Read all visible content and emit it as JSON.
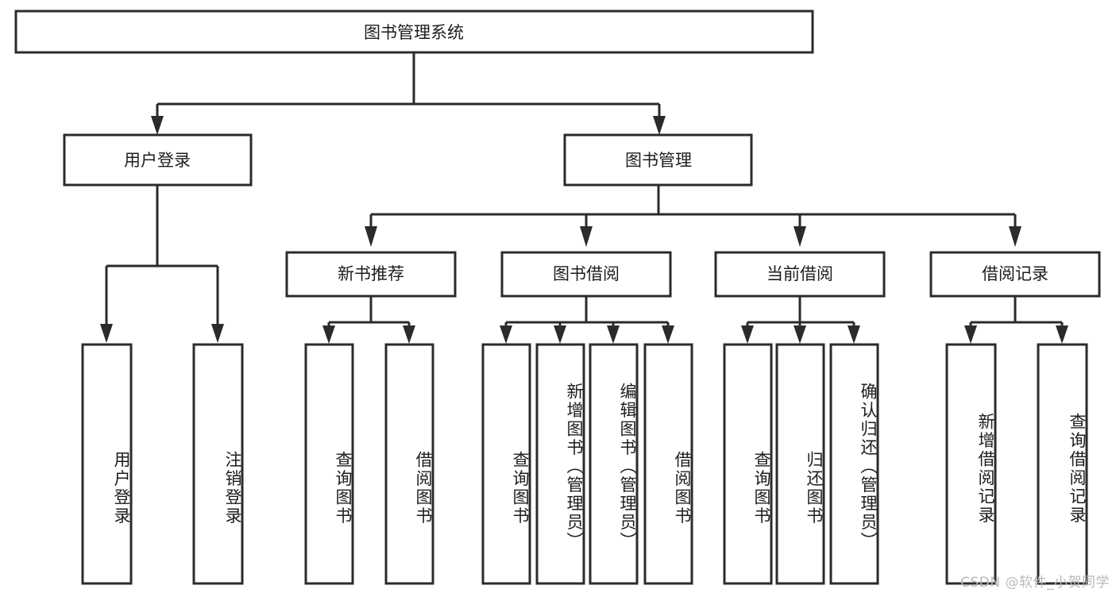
{
  "diagram": {
    "type": "tree-hierarchy",
    "title": "图书管理系统",
    "orientation": "top-down",
    "colors": {
      "box_stroke": "#2b2b2b",
      "box_fill": "#ffffff",
      "text": "#1d1d1d",
      "connector": "#2b2b2b",
      "background": "#ffffff",
      "watermark": "#b9b9b9"
    },
    "root": {
      "label": "图书管理系统"
    },
    "level2": [
      {
        "label": "用户登录"
      },
      {
        "label": "图书管理"
      }
    ],
    "level3": [
      {
        "label": "新书推荐"
      },
      {
        "label": "图书借阅"
      },
      {
        "label": "当前借阅"
      },
      {
        "label": "借阅记录"
      }
    ],
    "leaves": {
      "user_login": [
        {
          "label": "用户登录"
        },
        {
          "label": "注销登录"
        }
      ],
      "new_book_recommend": [
        {
          "label": "查询图书"
        },
        {
          "label": "借阅图书"
        }
      ],
      "book_borrow": [
        {
          "label": "查询图书"
        },
        {
          "label": "新增图书（管理员）"
        },
        {
          "label": "编辑图书（管理员）"
        },
        {
          "label": "借阅图书"
        }
      ],
      "current_borrow": [
        {
          "label": "查询图书"
        },
        {
          "label": "归还图书"
        },
        {
          "label": "确认归还（管理员）"
        }
      ],
      "borrow_record": [
        {
          "label": "新增借阅记录"
        },
        {
          "label": "查询借阅记录"
        }
      ]
    },
    "watermark": "CSDN @软件_小贺同学"
  }
}
